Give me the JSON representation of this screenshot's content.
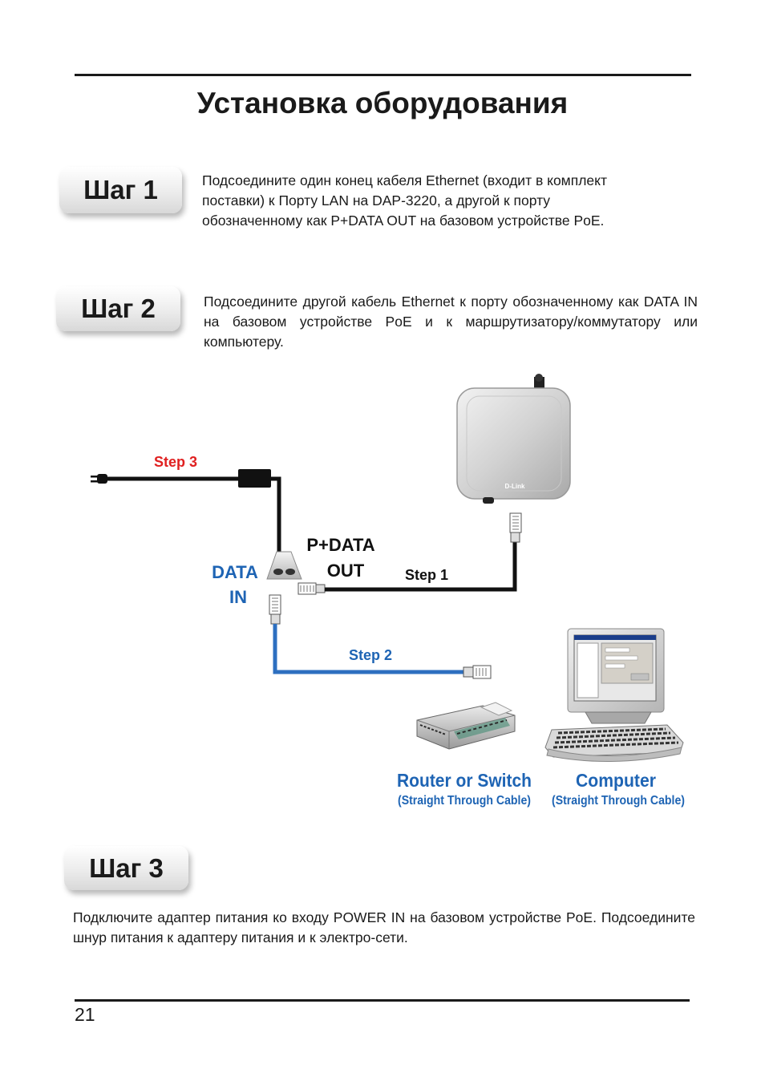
{
  "page": {
    "title": "Установка оборудования",
    "page_number": "21"
  },
  "steps": [
    {
      "badge": "Шаг 1",
      "lines": [
        "Подсоедините один конец кабеля Ethernet (входит в комплект",
        "поставки) к  Порту LAN на DAP-3220, а другой к порту",
        "обозначенному как P+DATA OUT на базовом устройстве PoE."
      ]
    },
    {
      "badge": "Шаг 2",
      "text": "Подсоедините другой кабель Ethernet к порту обозначенному как DATA IN на базовом устройстве PoE и к маршрутизатору/коммутатору или компьютеру."
    },
    {
      "badge": "Шаг 3",
      "text": "Подключите адаптер питания ко входу POWER IN на базовом устройстве PoE. Подсоедините шнур питания к адаптеру питания и к электро-сети."
    }
  ],
  "diagram": {
    "step3_label": "Step 3",
    "step1_label": "Step 1",
    "step2_label": "Step 2",
    "pdata_out_line1": "P+DATA",
    "pdata_out_line2": "OUT",
    "data_in_line1": "DATA",
    "data_in_line2": "IN",
    "router_label": "Router or Switch",
    "router_sub": "(Straight Through Cable)",
    "computer_label": "Computer",
    "computer_sub": "(Straight Through Cable)",
    "device_brand": "D-Link",
    "colors": {
      "step3_red": "#e02020",
      "blue_label": "#1e64b4",
      "blue_cable": "#2d6fc0",
      "black_cable": "#111111"
    }
  }
}
